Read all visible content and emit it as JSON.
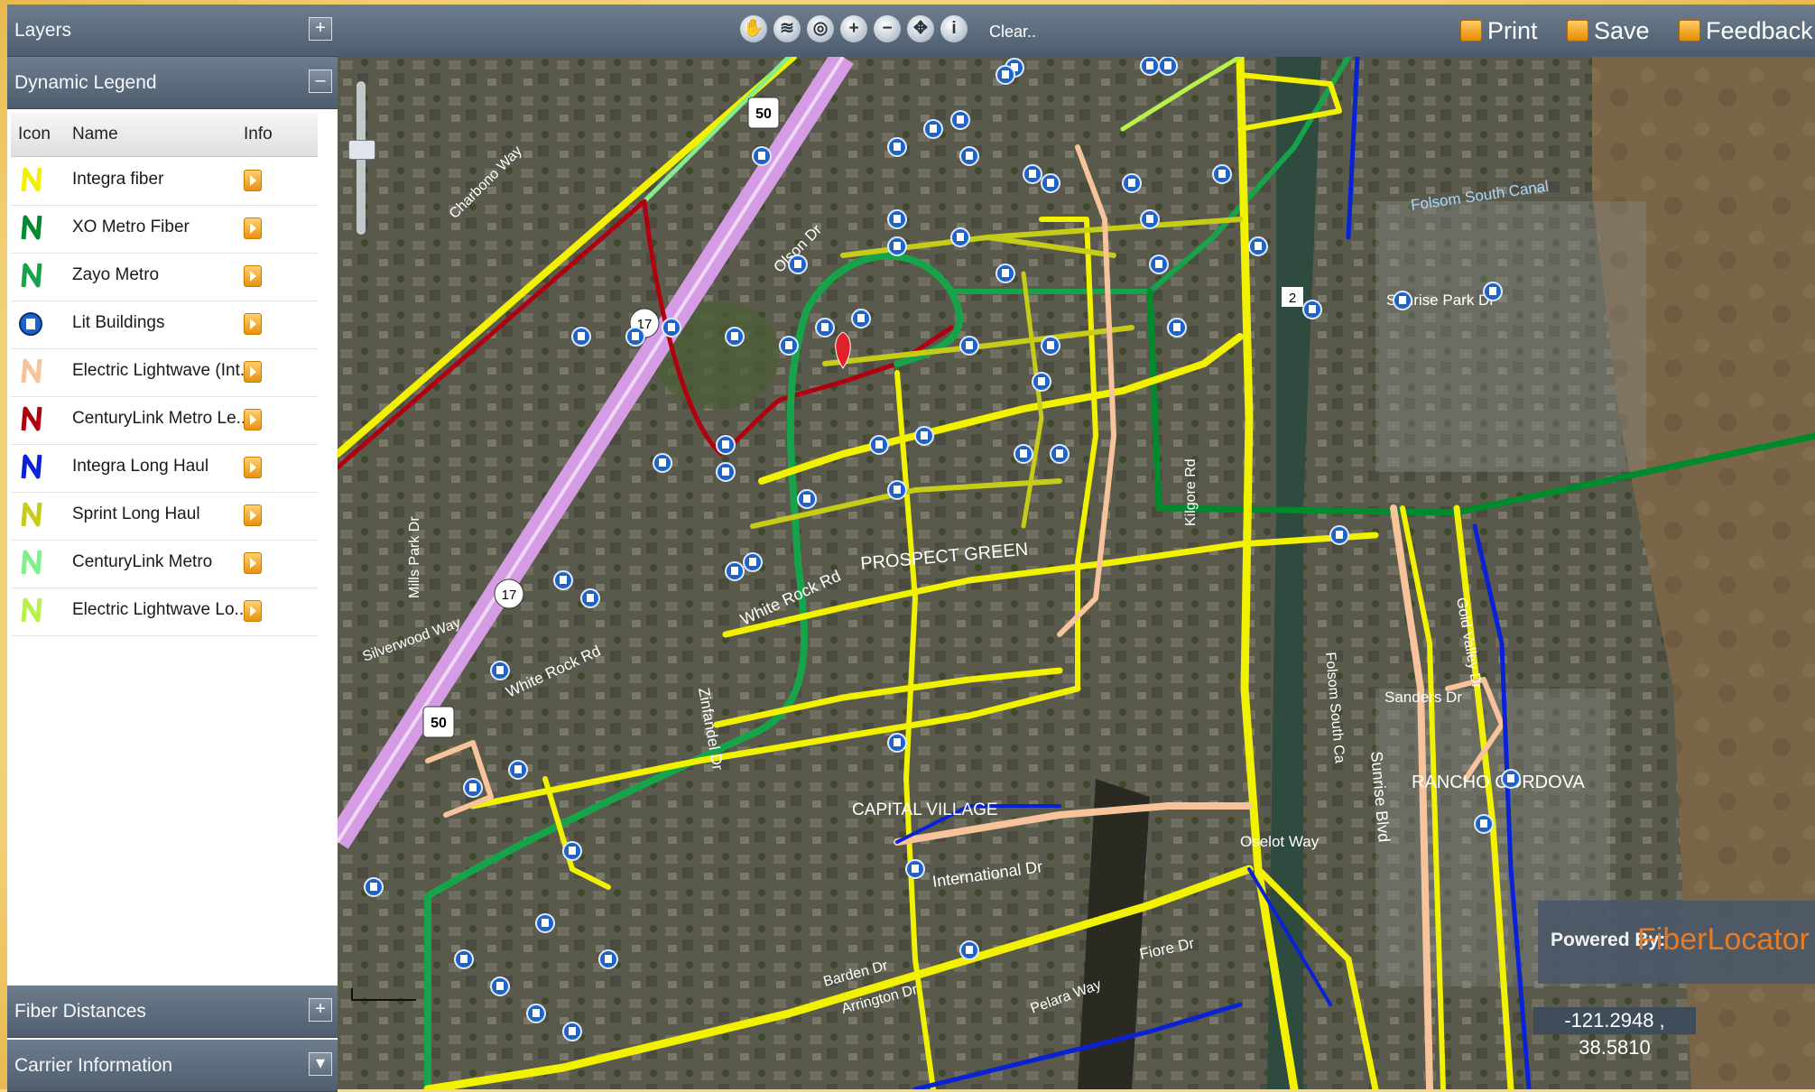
{
  "panels": {
    "layers": "Layers",
    "dynamic_legend": "Dynamic Legend",
    "fiber_distances": "Fiber Distances",
    "carrier_information": "Carrier Information"
  },
  "legend_header": {
    "icon": "Icon",
    "name": "Name",
    "info": "Info"
  },
  "legend": [
    {
      "name": "Integra fiber",
      "color": "#f2f200",
      "icon": "fiber-icon"
    },
    {
      "name": "XO Metro Fiber",
      "color": "#008a2e",
      "icon": "fiber-icon"
    },
    {
      "name": "Zayo Metro",
      "color": "#16a34a",
      "icon": "fiber-icon"
    },
    {
      "name": "Lit Buildings",
      "color": "#1e63c8",
      "icon": "building-icon"
    },
    {
      "name": "Electric Lightwave (Int...",
      "color": "#f6c39a",
      "icon": "fiber-icon"
    },
    {
      "name": "CenturyLink Metro Le...",
      "color": "#b00010",
      "icon": "fiber-icon"
    },
    {
      "name": "Integra Long Haul",
      "color": "#0a22d6",
      "icon": "fiber-icon"
    },
    {
      "name": "Sprint Long Haul",
      "color": "#c7cc18",
      "icon": "fiber-icon"
    },
    {
      "name": "CenturyLink Metro",
      "color": "#7ef08a",
      "icon": "fiber-icon"
    },
    {
      "name": "Electric Lightwave Lo...",
      "color": "#b6f24a",
      "icon": "fiber-icon"
    }
  ],
  "toolbar": {
    "clear": "Clear..",
    "print": "Print",
    "save": "Save",
    "feedback": "Feedback"
  },
  "map": {
    "coordinates": "-121.2948 , 38.5810",
    "powered_by": "Powered By:",
    "brand": "FiberLocator",
    "labels": {
      "highway_50": "50",
      "highway_17": "17",
      "folsom_canal": "Folsom South Canal",
      "sunrise_park": "Sunrise Park Dr",
      "prospect_green": "PROSPECT GREEN",
      "white_rock": "White Rock Rd",
      "white_rock2": "White Rock Rd",
      "olson": "Olson Dr",
      "zinfandel": "Zinfandel Dr",
      "capital_village": "CAPITAL VILLAGE",
      "international": "International Dr",
      "rancho": "RANCHO CORDOVA",
      "sanders": "Sanders Dr",
      "oselot": "Oselot Way",
      "fiore": "Fiore Dr",
      "kilgore": "Kilgore Rd",
      "gold_valley": "Gold Valley Dr",
      "silverwood": "Silverwood Way",
      "mills_park": "Mills Park Dr",
      "charbono": "Charbono Way",
      "pelara": "Pelara Way",
      "barden": "Barden Dr",
      "arrington": "Arrington Dr",
      "folsom_south": "Folsom South Ca",
      "sunrise": "Sunrise Blvd",
      "highway_2": "2"
    }
  }
}
